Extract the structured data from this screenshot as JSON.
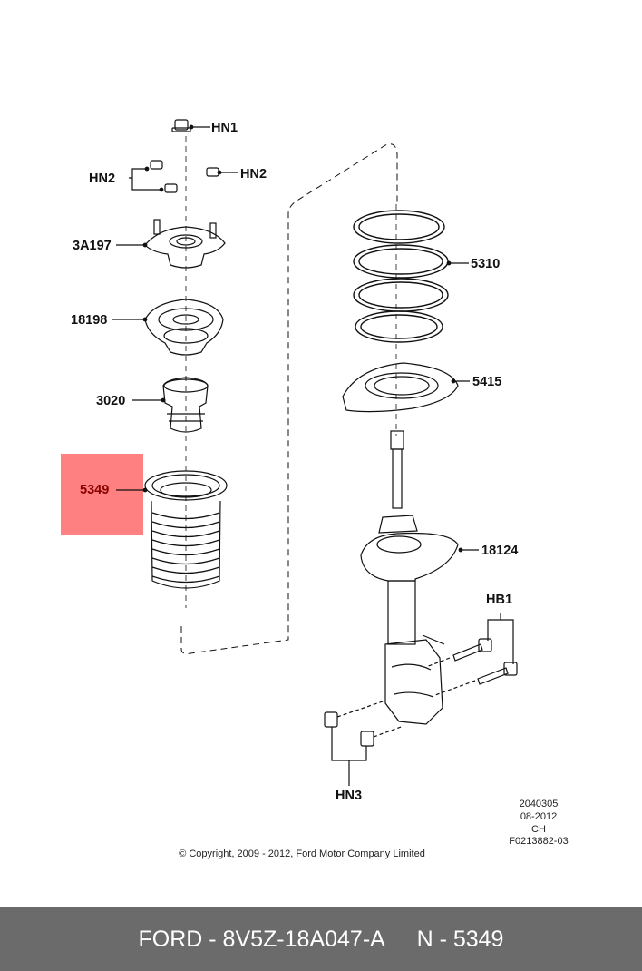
{
  "labels": {
    "hn1": "HN1",
    "hn2_left": "HN2",
    "hn2_right": "HN2",
    "p3a197": "3A197",
    "p18198": "18198",
    "p3020": "3020",
    "p5349": "5349",
    "p5310": "5310",
    "p5415": "5415",
    "p18124": "18124",
    "hb1": "HB1",
    "hn3": "HN3"
  },
  "meta": {
    "line1": "2040305",
    "line2": "08-2012",
    "line3": "CH",
    "line4": "F0213882-03",
    "copyright": "© Copyright, 2009 - 2012, Ford Motor Company Limited"
  },
  "footer": {
    "part": "FORD - 8V5Z-18A047-A",
    "ref": "N - 5349"
  },
  "colors": {
    "highlight": "#ff8080",
    "footer_bg": "#6b6b6b"
  }
}
